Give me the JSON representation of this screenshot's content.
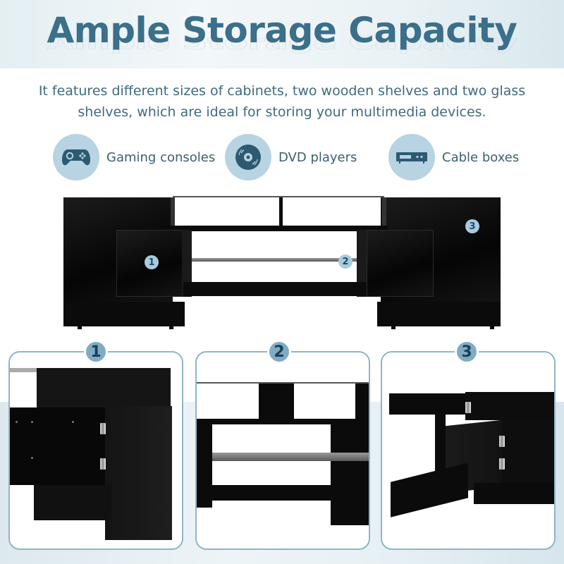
{
  "header": {
    "title": "Ample Storage Capacity"
  },
  "description": {
    "line1": "It features different sizes of cabinets, two wooden shelves and two glass",
    "line2": "shelves, which are ideal for storing your multimedia devices."
  },
  "devices": [
    {
      "icon": "gamepad-icon",
      "label": "Gaming consoles"
    },
    {
      "icon": "disc-icon",
      "label": "DVD players"
    },
    {
      "icon": "cable-box-icon",
      "label": "Cable boxes"
    }
  ],
  "stand_markers": [
    "1",
    "2",
    "3"
  ],
  "panels": [
    {
      "number": "1",
      "subject": "cabinet door open with hinges"
    },
    {
      "number": "2",
      "subject": "wooden and glass shelves"
    },
    {
      "number": "3",
      "subject": "side cabinet open"
    }
  ],
  "colors": {
    "title": "#3b6f8a",
    "text": "#3f6a7f",
    "icon_circle": "#b8d3e2",
    "icon_glyph": "#2d5a70",
    "panel_border": "#8fb5c8",
    "badge": "#80abc4",
    "furniture": "#0b0b0b"
  }
}
